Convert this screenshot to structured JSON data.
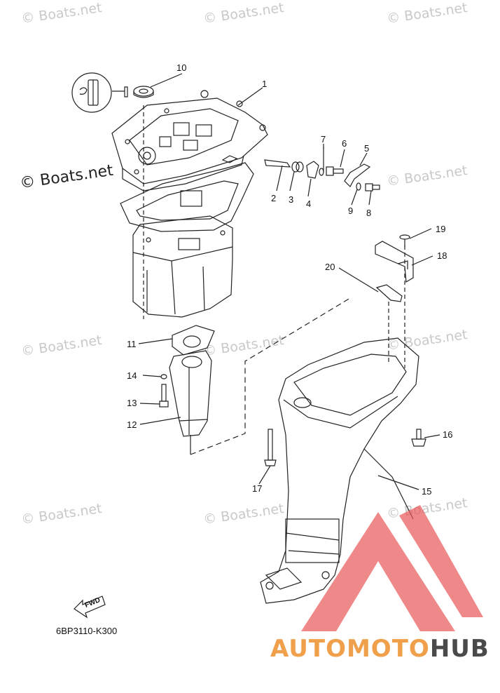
{
  "watermark": {
    "text": "© Boats.net",
    "brand_part1": "AUTOMOTO",
    "brand_part2": "HUB"
  },
  "diagram": {
    "part_code": "6BP3110-K300",
    "fwd_label": "FWD",
    "callouts": [
      "1",
      "2",
      "3",
      "4",
      "5",
      "6",
      "7",
      "8",
      "9",
      "10",
      "11",
      "12",
      "13",
      "14",
      "15",
      "16",
      "17",
      "18",
      "19",
      "20"
    ]
  },
  "colors": {
    "line": "#222222",
    "watermark": "#c9c9c9",
    "logo_red": "#e85555",
    "brand_orange": "#f0a04b",
    "brand_dark": "#4a4a4a"
  }
}
